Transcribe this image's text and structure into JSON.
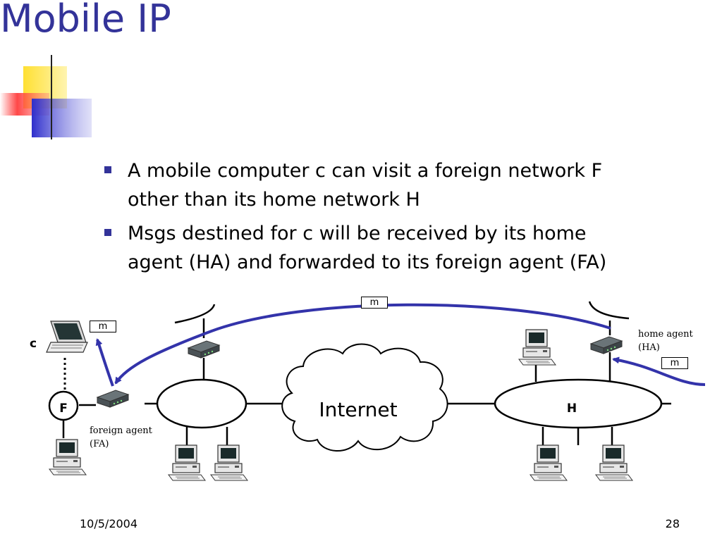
{
  "slide": {
    "title": "Mobile IP",
    "bullets": [
      {
        "line1": "A mobile computer c can visit a foreign network F",
        "line2": "other than its home network H"
      },
      {
        "line1": "Msgs destined for c will be received by its home",
        "line2": "agent (HA) and forwarded to its foreign agent (FA)"
      }
    ]
  },
  "diagram": {
    "message_label": "m",
    "mobile_label": "c",
    "foreign_network_label": "F",
    "home_network_label": "H",
    "internet_label": "Internet",
    "foreign_agent_line1": "foreign agent",
    "foreign_agent_line2": "(FA)",
    "home_agent_line1": "home agent",
    "home_agent_line2": "(HA)"
  },
  "footer": {
    "date": "10/5/2004",
    "page_number": "28"
  },
  "colors": {
    "title": "#333399",
    "arrow": "#3333aa",
    "accent_yellow": "#ffd700",
    "accent_blue": "#3333cc",
    "accent_red": "#ff3333"
  }
}
